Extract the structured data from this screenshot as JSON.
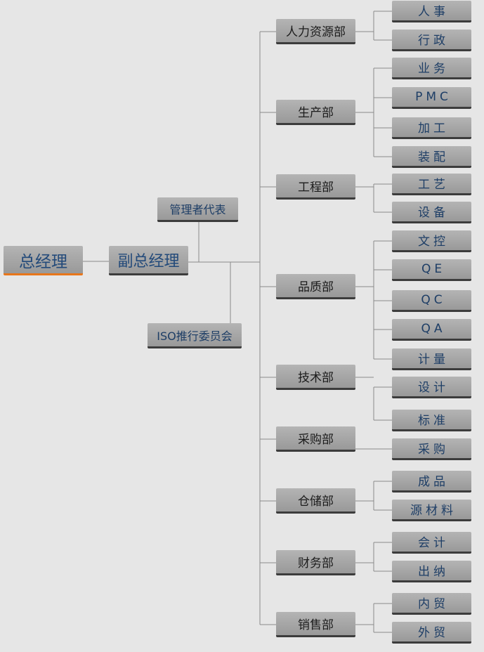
{
  "root": {
    "label": "总经理"
  },
  "vice": {
    "label": "副总经理"
  },
  "side_units": [
    {
      "label": "管理者代表"
    },
    {
      "label": "ISO推行委员会"
    }
  ],
  "departments": [
    {
      "label": "人力资源部",
      "subs": [
        "人事",
        "行政"
      ]
    },
    {
      "label": "生产部",
      "subs": [
        "业务",
        "PMC",
        "加工",
        "装配"
      ]
    },
    {
      "label": "工程部",
      "subs": [
        "工艺",
        "设备"
      ]
    },
    {
      "label": "品质部",
      "subs": [
        "文控",
        "QE",
        "QC",
        "QA",
        "计量"
      ]
    },
    {
      "label": "技术部",
      "subs": [
        "设计",
        "标准"
      ]
    },
    {
      "label": "采购部",
      "subs": [
        "采购"
      ]
    },
    {
      "label": "仓储部",
      "subs": [
        "成品",
        "源材料"
      ]
    },
    {
      "label": "财务部",
      "subs": [
        "会计",
        "出纳"
      ]
    },
    {
      "label": "销售部",
      "subs": [
        "内贸",
        "外贸"
      ]
    }
  ],
  "colors": {
    "background": "#e6e6e6",
    "node_fill": "#a8a8a8",
    "node_shadow": "#3c3c3c",
    "root_accent": "#e8761a",
    "text_blue": "#1e3e66",
    "text_dark": "#1c1c1c",
    "connector": "#8a8a8a"
  }
}
